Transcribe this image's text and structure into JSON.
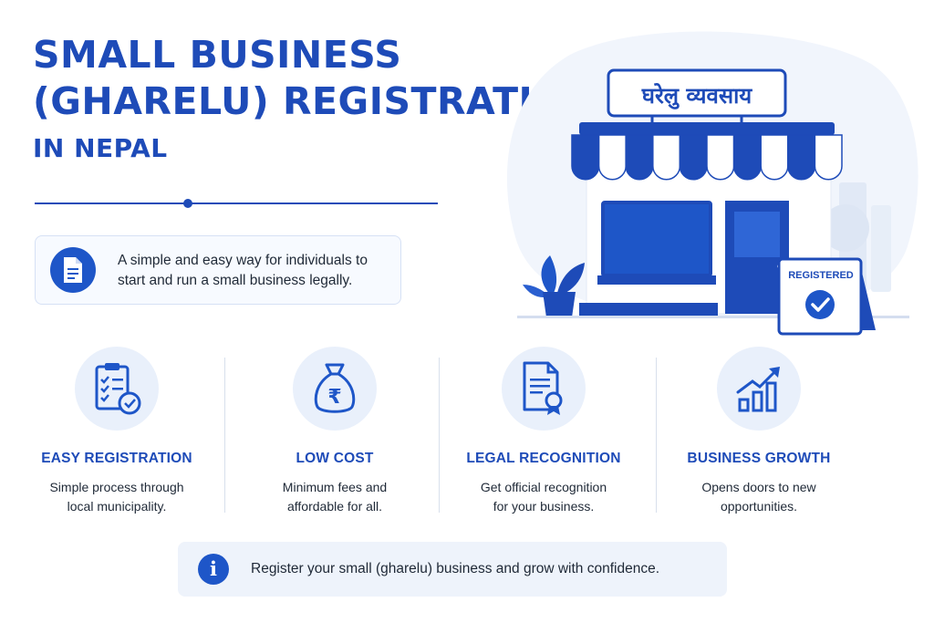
{
  "title": {
    "line1": "SMALL BUSINESS",
    "line2": "(GHARELU) REGISTRATION",
    "line3": "IN NEPAL"
  },
  "intro": {
    "icon": "document-icon",
    "text": "A simple and easy way for individuals to start and run a small business legally."
  },
  "hero": {
    "sign_text": "घरेलु व्यवसाय",
    "badge_text": "REGISTERED"
  },
  "features": [
    {
      "icon": "checklist-icon",
      "title": "EASY REGISTRATION",
      "desc_line1": "Simple process through",
      "desc_line2": "local municipality."
    },
    {
      "icon": "money-bag-rupee-icon",
      "title": "LOW COST",
      "desc_line1": "Minimum fees and",
      "desc_line2": "affordable for all."
    },
    {
      "icon": "certificate-icon",
      "title": "LEGAL RECOGNITION",
      "desc_line1": "Get official recognition",
      "desc_line2": "for your business."
    },
    {
      "icon": "growth-chart-icon",
      "title": "BUSINESS GROWTH",
      "desc_line1": "Opens doors to new",
      "desc_line2": "opportunities."
    }
  ],
  "banner": {
    "icon": "info-icon",
    "icon_glyph": "i",
    "text": "Register your small (gharelu) business and grow with confidence."
  },
  "colors": {
    "primary": "#1e4bb8",
    "accent": "#1e56c8",
    "light": "#e9f0fb"
  }
}
